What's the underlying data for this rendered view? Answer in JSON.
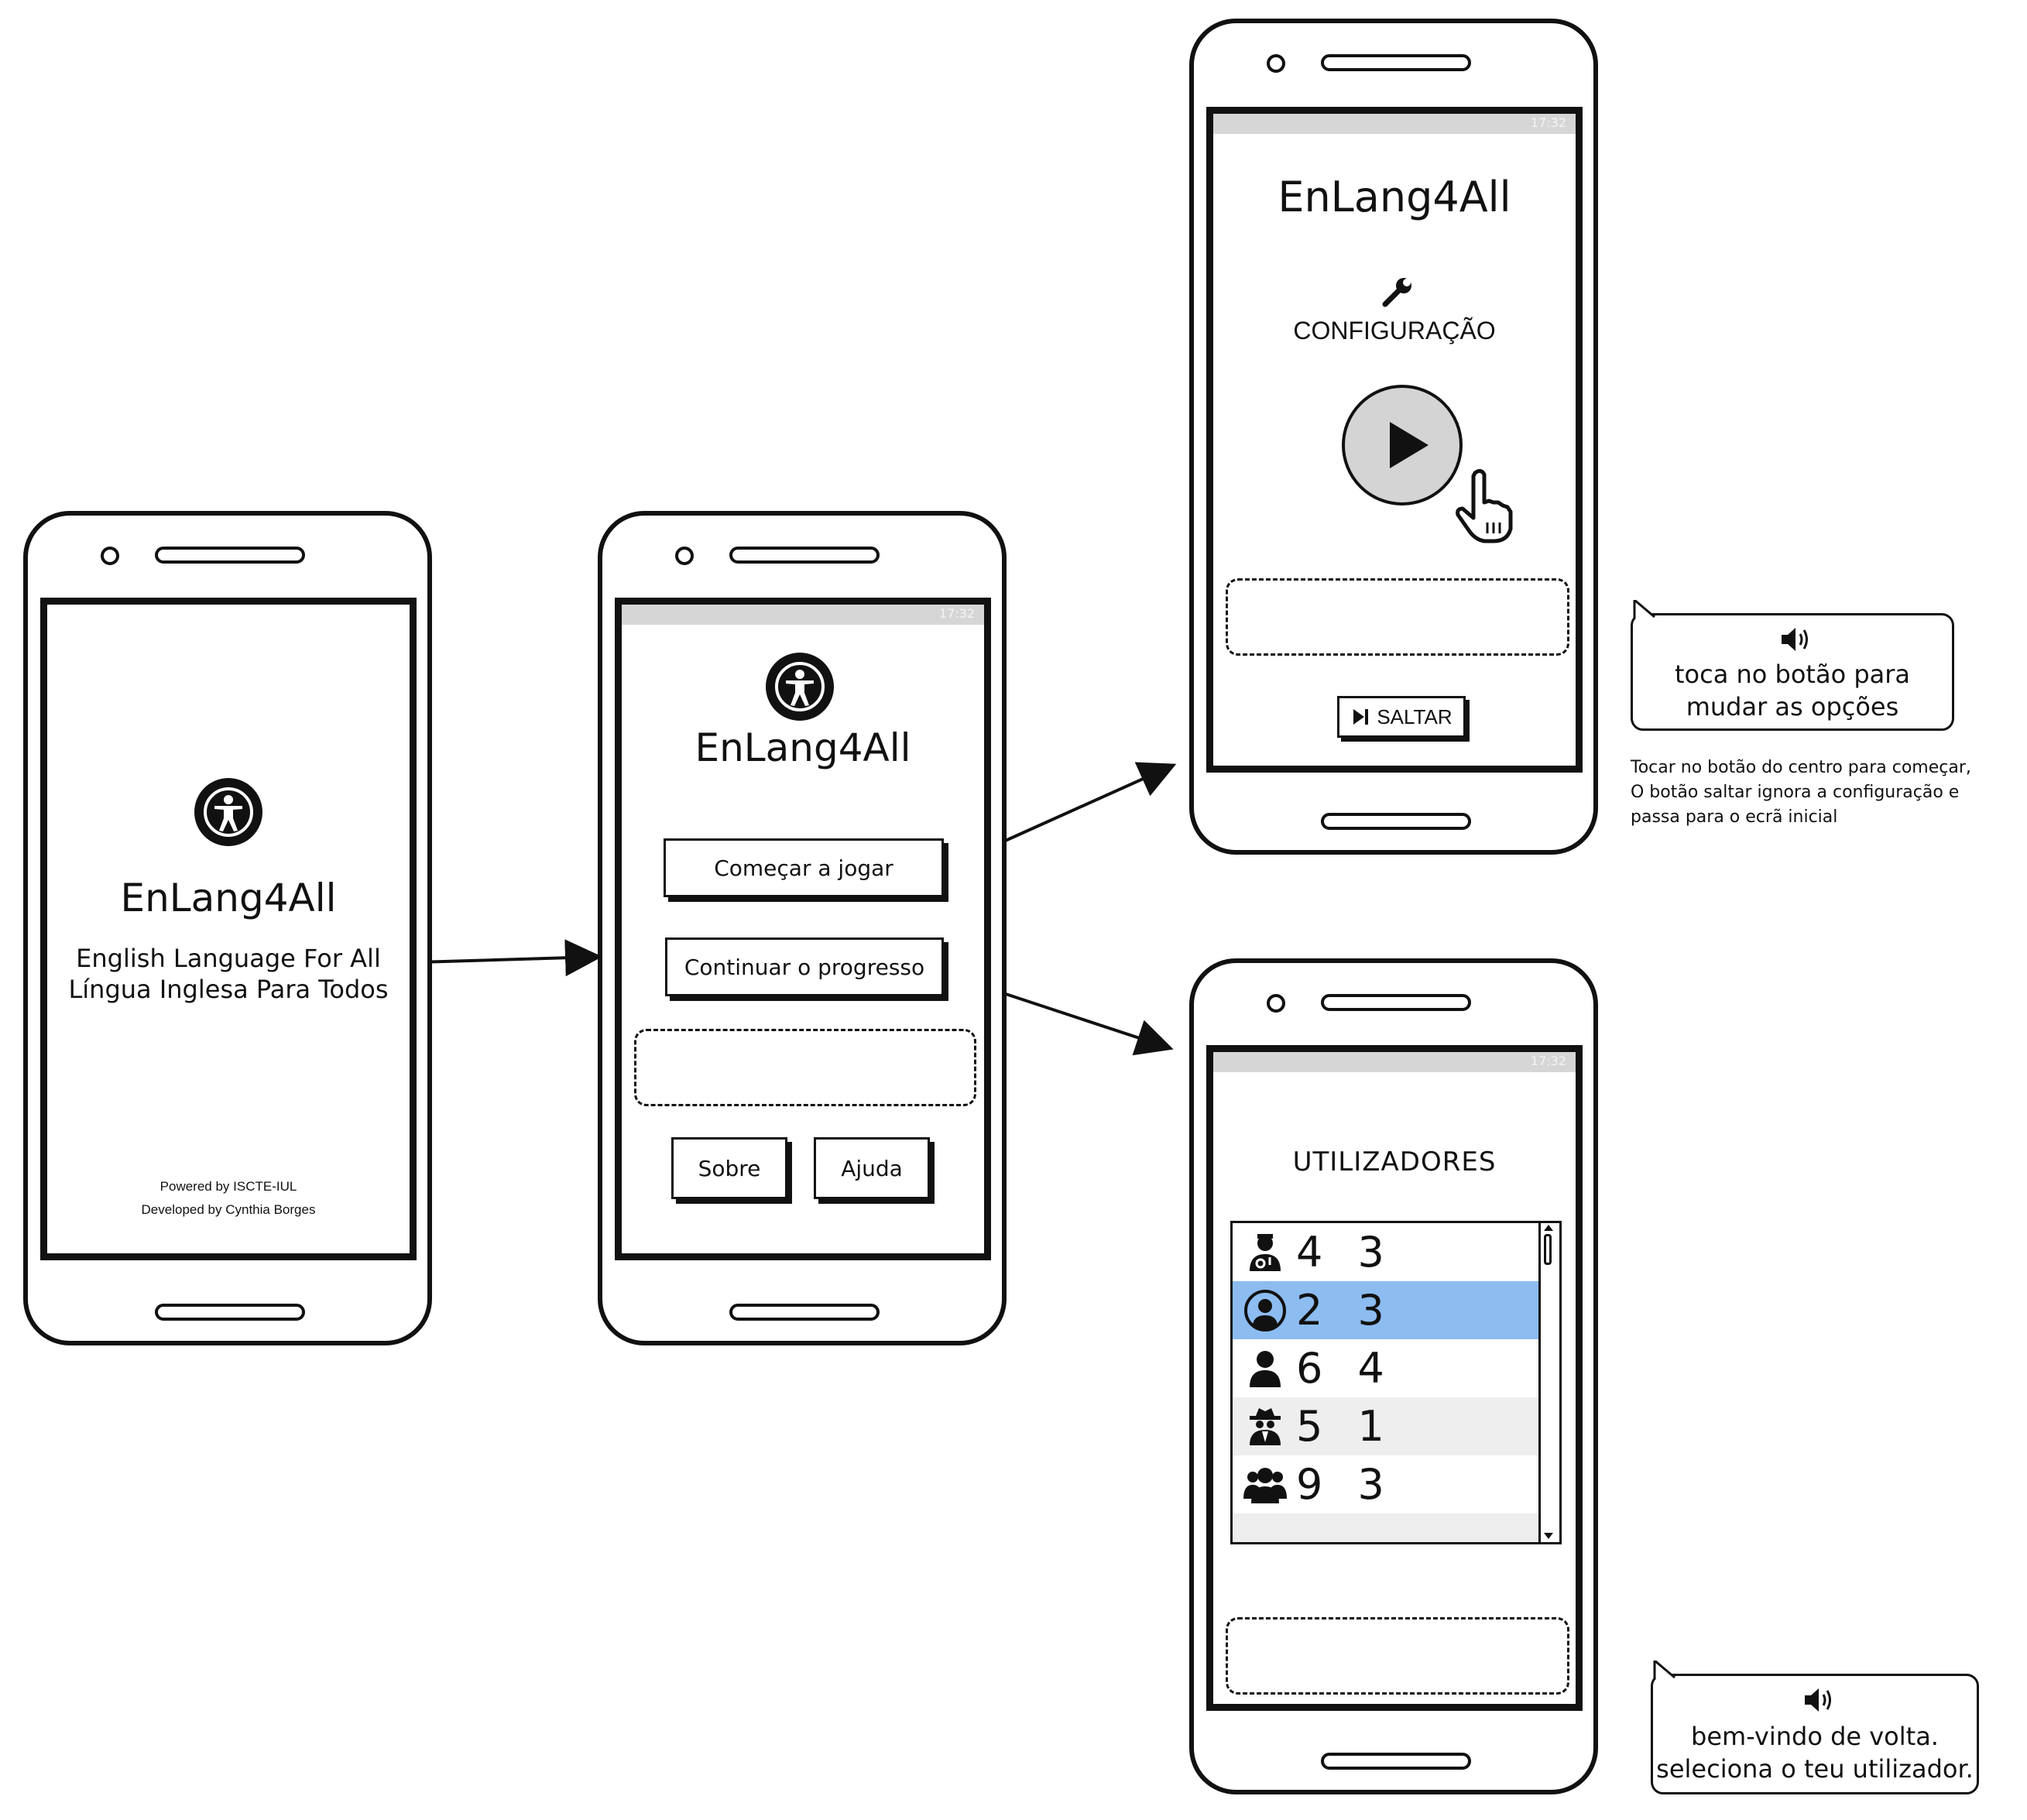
{
  "screen1": {
    "app_name": "EnLang4All",
    "subtitle_en": "English Language For All",
    "subtitle_pt": "Língua Inglesa Para Todos",
    "footer_line1": "Powered by ISCTE-IUL",
    "footer_line2": "Developed by Cynthia Borges",
    "logo_icon": "accessibility-icon"
  },
  "screen2": {
    "status_time": "17:32",
    "app_name": "EnLang4All",
    "logo_icon": "accessibility-icon",
    "start_button": "Começar a jogar",
    "continue_button": "Continuar o progresso",
    "about_button": "Sobre",
    "help_button": "Ajuda"
  },
  "screen3": {
    "status_time": "17:32",
    "app_name": "EnLang4All",
    "config_label": "CONFIGURAÇÃO",
    "config_icon": "wrench-icon",
    "play_icon": "play-icon",
    "pointer_icon": "hand-pointer-icon",
    "skip_button": "SALTAR",
    "skip_icon": "skip-icon"
  },
  "screen4": {
    "status_time": "17:32",
    "title": "UTILIZADORES",
    "users": [
      {
        "icon": "user-doctor-icon",
        "value": "4 3"
      },
      {
        "icon": "user-circle-icon",
        "value": "2 3",
        "selected": true
      },
      {
        "icon": "user-icon",
        "value": "6 4"
      },
      {
        "icon": "user-secret-icon",
        "value": "5 1"
      },
      {
        "icon": "users-group-icon",
        "value": "9 3"
      }
    ],
    "selected_color": "#8cbcf0",
    "alt_row_color": "#eeeeee"
  },
  "bubble1": {
    "icon": "speaker-icon",
    "line1": "toca no botão para",
    "line2": "mudar as opções"
  },
  "note1": {
    "line1": "Tocar no botão do centro para começar,",
    "line2": "O botão saltar ignora a configuração e",
    "line3": "passa para o ecrã inicial"
  },
  "bubble2": {
    "icon": "speaker-icon",
    "line1": "bem-vindo de volta.",
    "line2": "seleciona o teu utilizador."
  }
}
